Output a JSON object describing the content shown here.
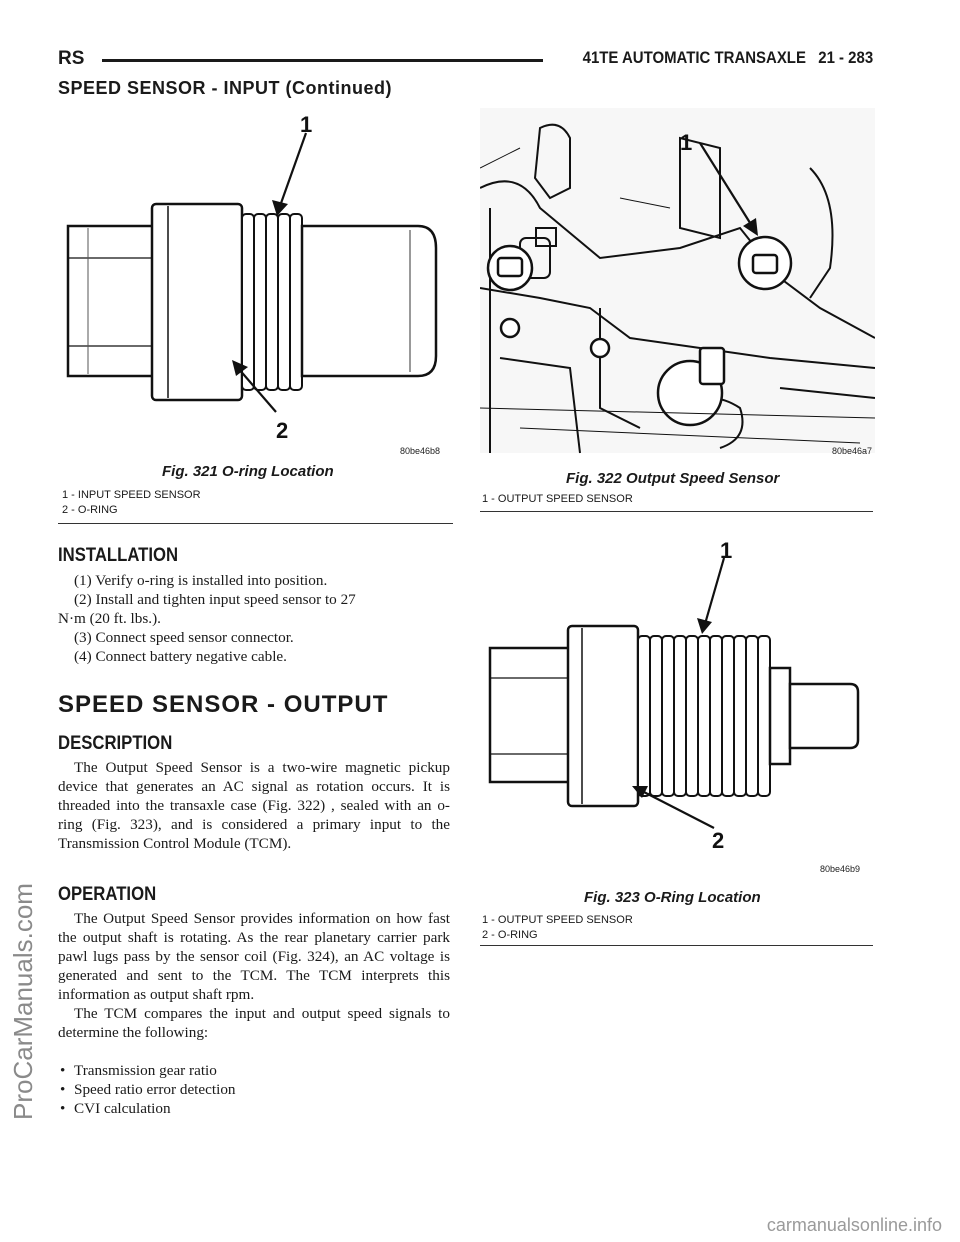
{
  "header": {
    "left": "RS",
    "title": "41TE AUTOMATIC TRANSAXLE",
    "page": "21 - 283"
  },
  "section_continued": "SPEED SENSOR - INPUT (Continued)",
  "figures": {
    "fig321": {
      "callouts": [
        "1",
        "2"
      ],
      "id": "80be46b8",
      "caption": "Fig. 321 O-ring Location",
      "legend": [
        "1 - INPUT SPEED SENSOR",
        "2 - O-RING"
      ]
    },
    "fig322": {
      "callouts": [
        "1"
      ],
      "id": "80be46a7",
      "caption": "Fig. 322 Output Speed Sensor",
      "legend": [
        "1 - OUTPUT SPEED SENSOR"
      ]
    },
    "fig323": {
      "callouts": [
        "1",
        "2"
      ],
      "id": "80be46b9",
      "caption": "Fig. 323 O-Ring Location",
      "legend": [
        "1 - OUTPUT SPEED SENSOR",
        "2 - O-RING"
      ]
    }
  },
  "installation": {
    "heading": "INSTALLATION",
    "steps": [
      "(1) Verify o-ring is installed into position.",
      "(2) Install and tighten input speed sensor to 27",
      "N·m (20 ft. lbs.).",
      "(3) Connect speed sensor connector.",
      "(4) Connect battery negative cable."
    ]
  },
  "output_section": {
    "heading": "SPEED SENSOR - OUTPUT",
    "description": {
      "heading": "DESCRIPTION",
      "text": "The Output Speed Sensor is a two-wire magnetic pickup device that generates an AC signal as rotation occurs. It is threaded into the transaxle case (Fig. 322) , sealed with an o-ring (Fig. 323), and is considered a primary input to the Transmission Control Module (TCM)."
    },
    "operation": {
      "heading": "OPERATION",
      "para1": "The Output Speed Sensor provides information on how fast the output shaft is rotating. As the rear planetary carrier park pawl lugs pass by the sensor coil (Fig. 324), an AC voltage is generated and sent to the TCM. The TCM interprets this information as output shaft rpm.",
      "para2": "The TCM compares the input and output speed signals to determine the following:",
      "bullets": [
        "Transmission gear ratio",
        "Speed ratio error detection",
        "CVI calculation"
      ]
    }
  },
  "watermark": "ProCarManuals.com",
  "footer": "carmanualsonline.info"
}
